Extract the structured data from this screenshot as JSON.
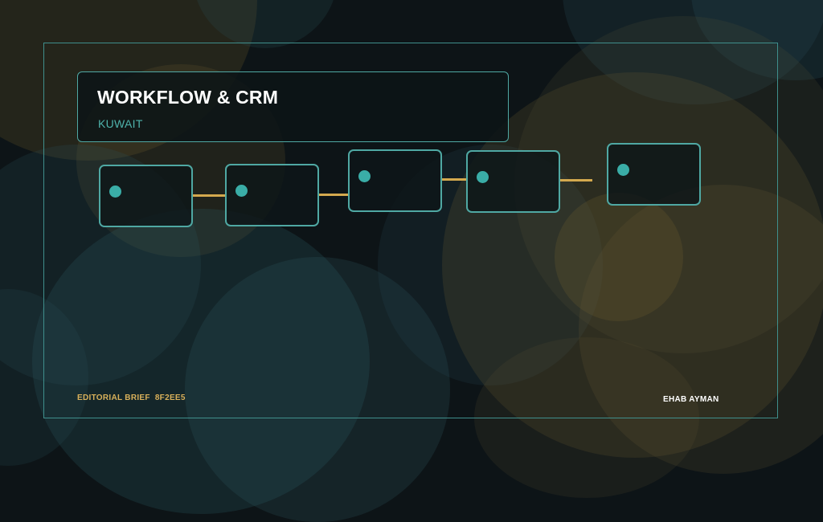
{
  "header": {
    "title": "WORKFLOW & CRM",
    "subtitle": "KUWAIT"
  },
  "footer": {
    "label": "EDITORIAL BRIEF",
    "code": "8F2EE5",
    "author": "EHAB AYMAN"
  },
  "colors": {
    "background": "#0d1417",
    "accent_teal": "#4fa8a3",
    "accent_gold": "#d4a94e"
  }
}
